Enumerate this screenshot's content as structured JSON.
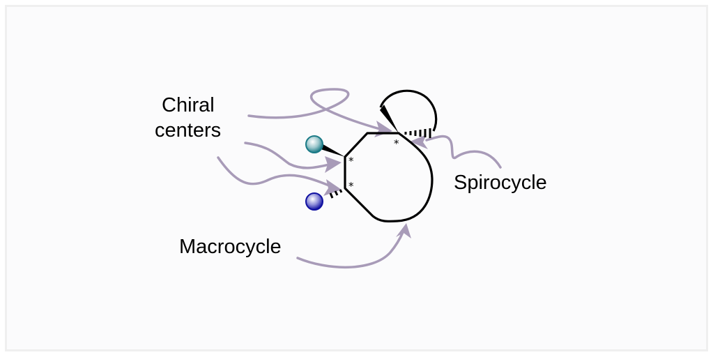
{
  "diagram": {
    "title": "Macrocycle structural features",
    "labels": {
      "chiral_line1": "Chiral",
      "chiral_line2": "centers",
      "spirocycle": "Spirocycle",
      "macrocycle": "Macrocycle"
    },
    "stereo_marker": "*",
    "colors": {
      "arrow": "#a89bb8",
      "bond": "#000000",
      "atom_teal": "#1a7a86",
      "atom_blue": "#1010a0",
      "background": "#fbfbfc",
      "border": "#efefef"
    }
  }
}
